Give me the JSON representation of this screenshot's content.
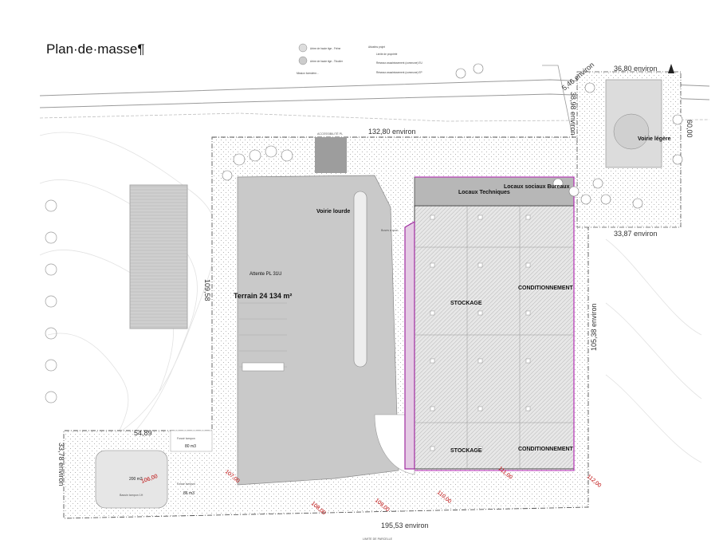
{
  "page": {
    "title": "Plan·de·masse¶"
  },
  "legend": {
    "items": [
      "Arbre de haute tige - Frêne",
      "Arbre de haute tige - Tiloulier",
      "Mission forestière...",
      "Ativatins projet",
      "Limite de propriété",
      "Réseaux assainissement (commune) EU",
      "Réseaux assainissement (commune) EP"
    ]
  },
  "dimensions": {
    "top": "132,80 environ",
    "left": "109,58",
    "right": "105,38 environ",
    "bottom": "195,53 environ",
    "bottom_left": "54,89",
    "bottom_left_side": "33,78 environ",
    "annex_top": "36,80 environ",
    "annex_side": "5,46 environ",
    "annex_height": "38,98 environ",
    "annex_right": "60,00",
    "annex_bottom": "33,87 environ"
  },
  "zones": {
    "terrain": "Terrain 24 134 m²",
    "attente": "Attente PL 31U",
    "voirie_lourde": "Voirie lourde",
    "voirie_legere": "Voirie légère",
    "locaux_techniques": "Locaux Techniques",
    "locaux_sociaux": "Locaux sociaux Bureaux",
    "stockage_1": "STOCKAGE",
    "stockage_2": "STOCKAGE",
    "conditionnement_1": "CONDITIONNEMENT",
    "conditionnement_2": "CONDITIONNEMENT"
  },
  "basin": {
    "label_1": "Fossé tampon",
    "label_2": "80 m3",
    "label_3": "200 m3",
    "label_4": "Bassin tampon 1H",
    "label_5": "Fossé tampon",
    "label_6": "86 m3"
  },
  "contours": [
    "106,00",
    "107,00",
    "108,00",
    "109,00",
    "110,00",
    "111,00",
    "112,00"
  ],
  "annotations": {
    "access": "ACCESSIBILITÉ PL",
    "limit": "LIMITE DE PARCELLE",
    "buses_note": "Buses à quai"
  }
}
